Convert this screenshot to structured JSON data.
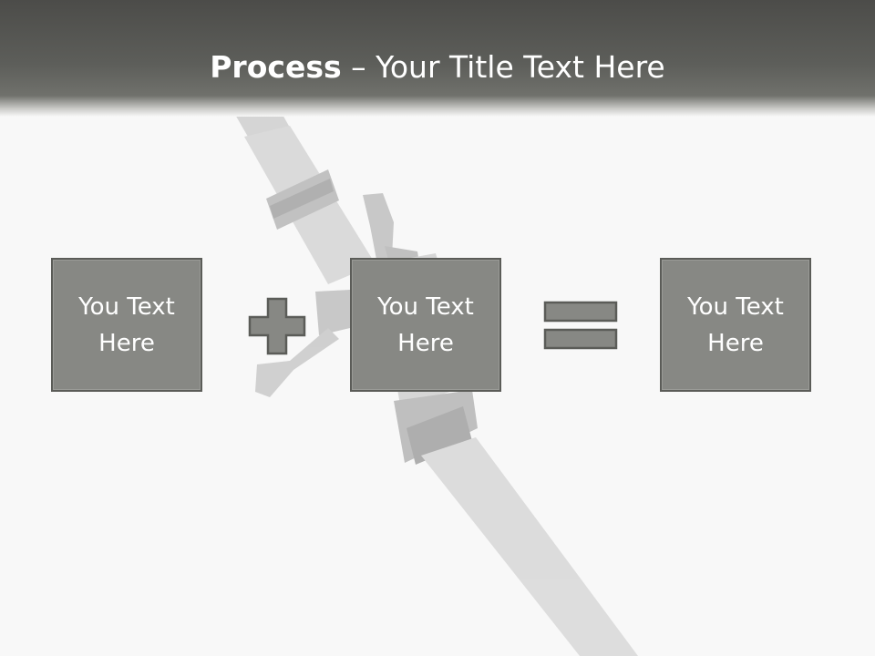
{
  "slide": {
    "title_bold": "Process",
    "title_rest": " – Your Title Text Here"
  },
  "process": {
    "steps": [
      {
        "label": "You Text Here"
      },
      {
        "label": "You Text Here"
      },
      {
        "label": "You Text Here"
      }
    ],
    "operators": [
      "plus-icon",
      "equals-icon"
    ]
  },
  "colors": {
    "header": "#5d5e5a",
    "box_fill": "#878884",
    "box_border": "#5b5c58",
    "background": "#f8f8f8",
    "text": "#ffffff"
  },
  "background_image": "katana-sword-image"
}
